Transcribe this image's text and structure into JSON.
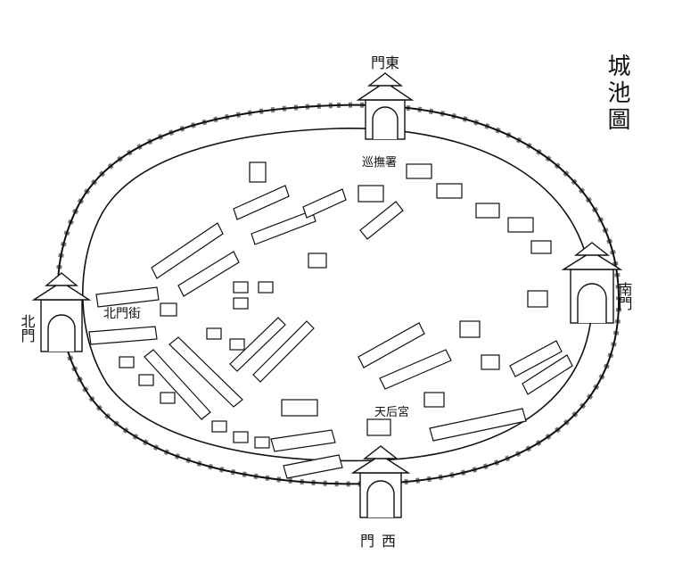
{
  "map": {
    "title": "城池圖",
    "gates": {
      "east": "門東",
      "west": "門西",
      "south": "南門",
      "north": "北門"
    },
    "labels": {
      "bei_men_jie": "北門街",
      "tian_hou_gong": "天后宮",
      "ju_bu_shu": "巡撫署"
    },
    "colors": {
      "ink": "#111111",
      "paper": "#ffffff"
    }
  }
}
